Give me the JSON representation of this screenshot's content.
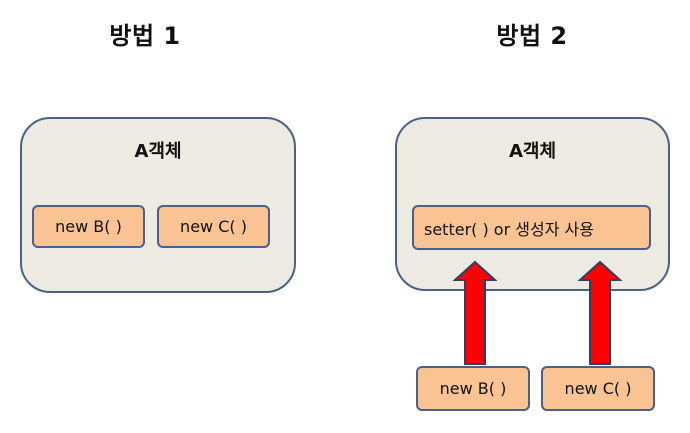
{
  "method1": {
    "title": "방법 1",
    "object_label": "A객체",
    "inner_items": [
      "new B( )",
      "new C( )"
    ]
  },
  "method2": {
    "title": "방법 2",
    "object_label": "A객체",
    "setter_label": "setter( ) or 생성자 사용",
    "outer_items": [
      "new B( )",
      "new C( )"
    ]
  },
  "colors": {
    "object_fill": "#edeae1",
    "object_border": "#4a6183",
    "pill_fill": "#f9c393",
    "arrow_fill": "#ff0000",
    "arrow_border": "#2f3f66"
  }
}
